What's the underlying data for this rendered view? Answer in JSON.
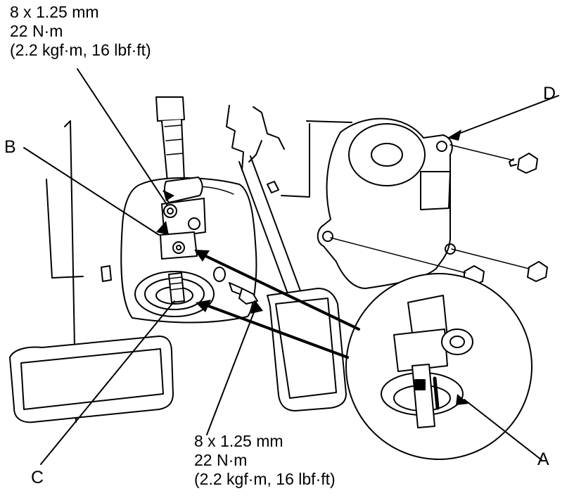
{
  "torque_top": {
    "size": "8 x 1.25 mm",
    "torque": "22 N·m",
    "alt": "(2.2 kgf·m, 16 lbf·ft)"
  },
  "torque_bottom": {
    "size": "8 x 1.25 mm",
    "torque": "22 N·m",
    "alt": "(2.2 kgf·m, 16 lbf·ft)"
  },
  "callouts": {
    "a": "A",
    "b": "B",
    "c": "C",
    "d": "D"
  }
}
